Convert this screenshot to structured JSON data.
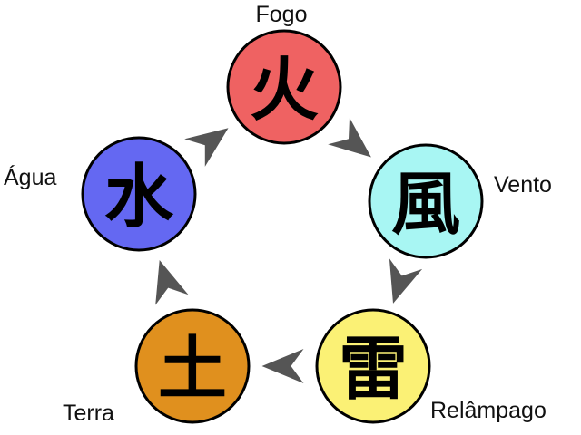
{
  "colors": {
    "fire": "#ef6262",
    "wind": "#a8f6f3",
    "lightning": "#fbf175",
    "earth": "#e0901e",
    "water": "#6468f2",
    "arrow": "#555555",
    "outline": "#000000"
  },
  "elements": [
    {
      "key": "fire",
      "glyph": "火",
      "label": "Fogo"
    },
    {
      "key": "wind",
      "glyph": "風",
      "label": "Vento"
    },
    {
      "key": "lightning",
      "glyph": "雷",
      "label": "Relâmpago"
    },
    {
      "key": "earth",
      "glyph": "土",
      "label": "Terra"
    },
    {
      "key": "water",
      "glyph": "水",
      "label": "Água"
    }
  ],
  "cycle": [
    {
      "from": "fire",
      "to": "wind"
    },
    {
      "from": "wind",
      "to": "lightning"
    },
    {
      "from": "lightning",
      "to": "earth"
    },
    {
      "from": "earth",
      "to": "water"
    },
    {
      "from": "water",
      "to": "fire"
    }
  ]
}
